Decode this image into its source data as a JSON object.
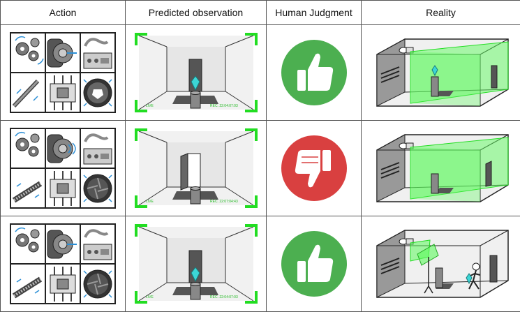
{
  "header": {
    "action": "Action",
    "predicted": "Predicted observation",
    "judgment": "Human Judgment",
    "reality": "Reality"
  },
  "rows": [
    {
      "overlay_live": "LIVE",
      "overlay_rec": "REC. 22:04:07:03",
      "door": "closed",
      "crystal": true,
      "judgment": "thumbs-up"
    },
    {
      "overlay_live": "LIVE",
      "overlay_rec": "REC. 22:07:04:43",
      "door": "open",
      "crystal": false,
      "judgment": "thumbs-down"
    },
    {
      "overlay_live": "LIVE",
      "overlay_rec": "REC. 22:04:07:03",
      "door": "closed",
      "crystal": true,
      "judgment": "thumbs-up"
    }
  ],
  "colors": {
    "green": "#4caf50",
    "red": "#d94040",
    "frame_green": "#22dd22",
    "cam_green": "#5dfa5d"
  }
}
